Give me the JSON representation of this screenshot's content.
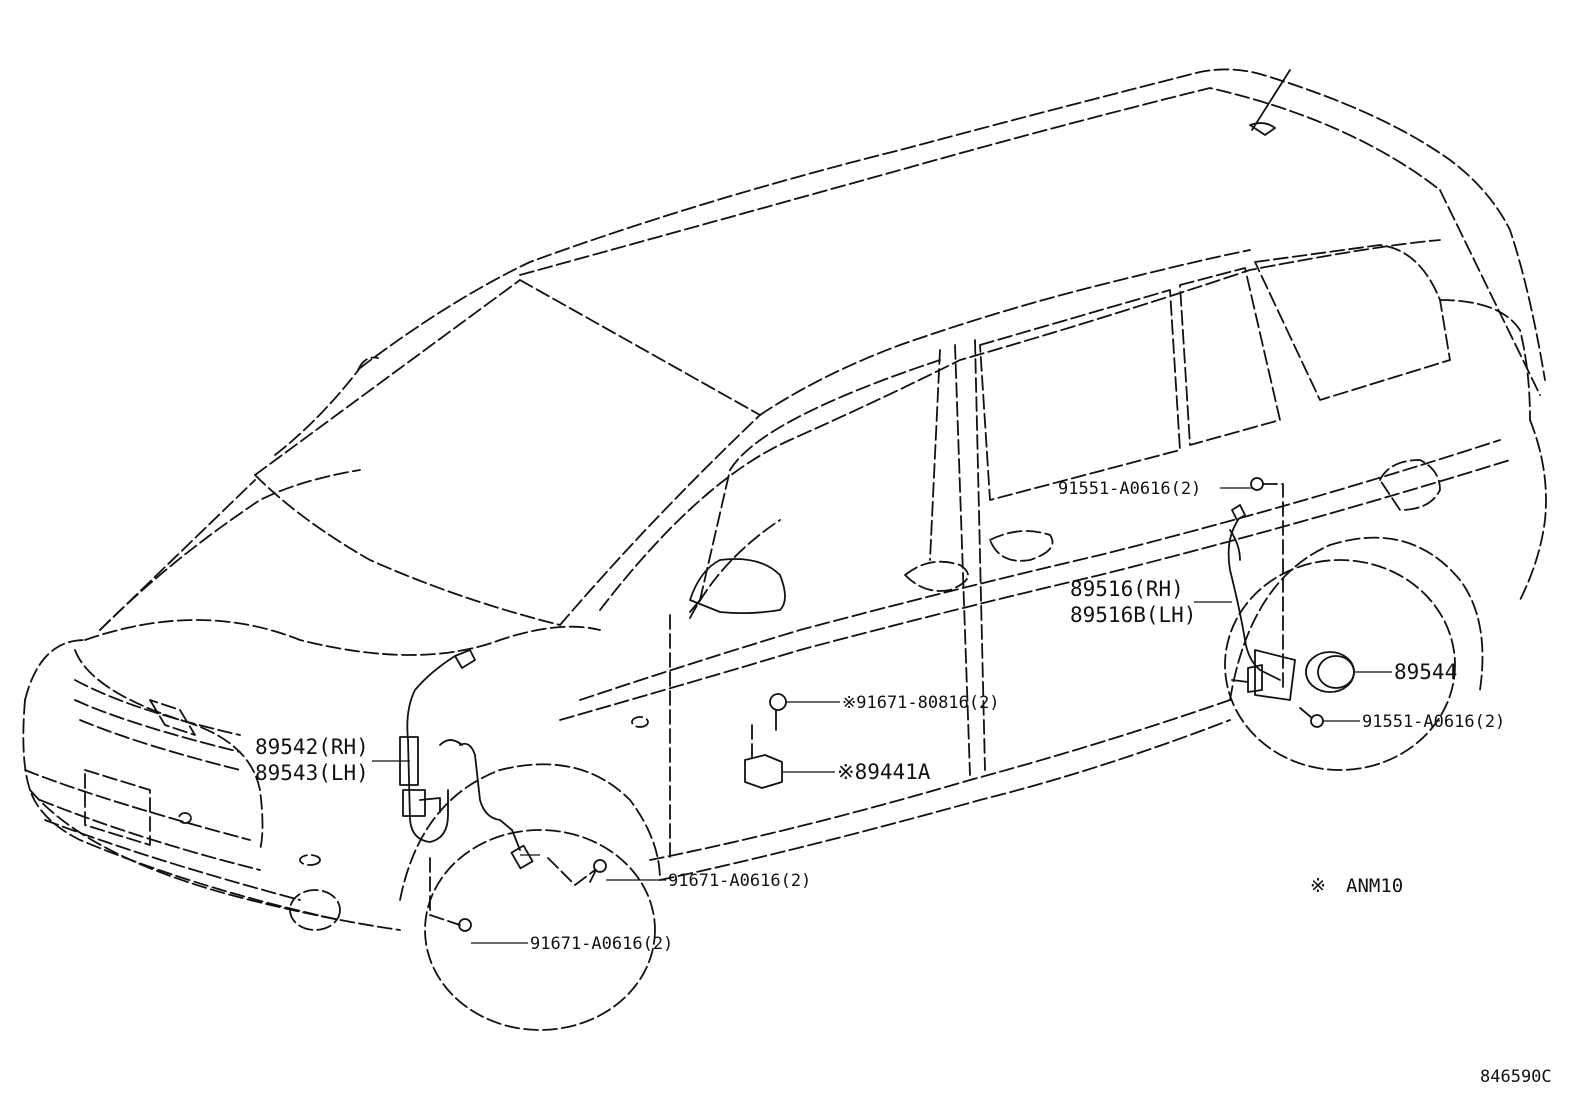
{
  "diagram": {
    "labels": {
      "speed_sensor_front_right": "89542(RH)",
      "speed_sensor_front_left": "89543(LH)",
      "bolt_front_1": "91671-A0616(2)",
      "bolt_front_2": "91671-A0616(2)",
      "bolt_yaw": "※91671-80816(2)",
      "yaw_sensor": "※89441A",
      "bolt_rear_upper": "91551-A0616(2)",
      "speed_sensor_rear_right": "89516(RH)",
      "speed_sensor_rear_left": "89516B(LH)",
      "rotor": "89544",
      "bolt_rear_lower": "91551-A0616(2)",
      "note_mark": "※",
      "note_model": "ANM10",
      "figure_code": "846590C"
    }
  }
}
